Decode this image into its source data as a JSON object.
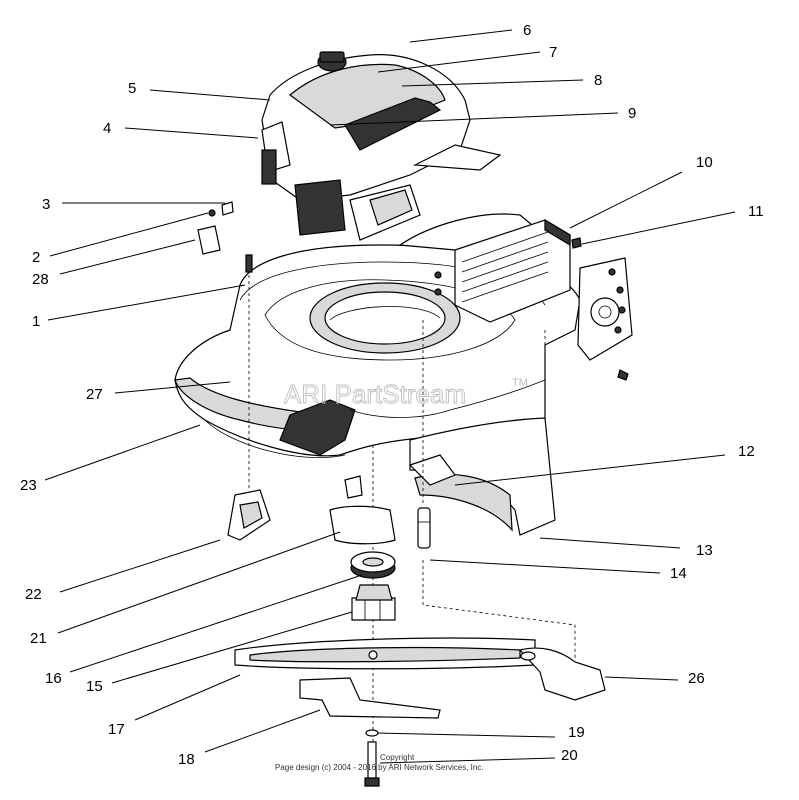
{
  "diagram": {
    "callouts": [
      {
        "id": "c6",
        "label": "6"
      },
      {
        "id": "c7",
        "label": "7"
      },
      {
        "id": "c8",
        "label": "8"
      },
      {
        "id": "c5",
        "label": "5"
      },
      {
        "id": "c9",
        "label": "9"
      },
      {
        "id": "c4",
        "label": "4"
      },
      {
        "id": "c10",
        "label": "10"
      },
      {
        "id": "c3",
        "label": "3"
      },
      {
        "id": "c11",
        "label": "11"
      },
      {
        "id": "c2",
        "label": "2"
      },
      {
        "id": "c28",
        "label": "28"
      },
      {
        "id": "c1",
        "label": "1"
      },
      {
        "id": "c27",
        "label": "27"
      },
      {
        "id": "c12",
        "label": "12"
      },
      {
        "id": "c23",
        "label": "23"
      },
      {
        "id": "c13",
        "label": "13"
      },
      {
        "id": "c14",
        "label": "14"
      },
      {
        "id": "c22",
        "label": "22"
      },
      {
        "id": "c21",
        "label": "21"
      },
      {
        "id": "c16",
        "label": "16"
      },
      {
        "id": "c15",
        "label": "15"
      },
      {
        "id": "c26",
        "label": "26"
      },
      {
        "id": "c17",
        "label": "17"
      },
      {
        "id": "c19",
        "label": "19"
      },
      {
        "id": "c18",
        "label": "18"
      },
      {
        "id": "c20",
        "label": "20"
      }
    ],
    "watermark": "ARI PartStream",
    "watermark_tm": "TM",
    "footer_copyright": "Copyright",
    "footer_text": "Page design (c) 2004 - 2016 by ARI Network Services, Inc."
  }
}
